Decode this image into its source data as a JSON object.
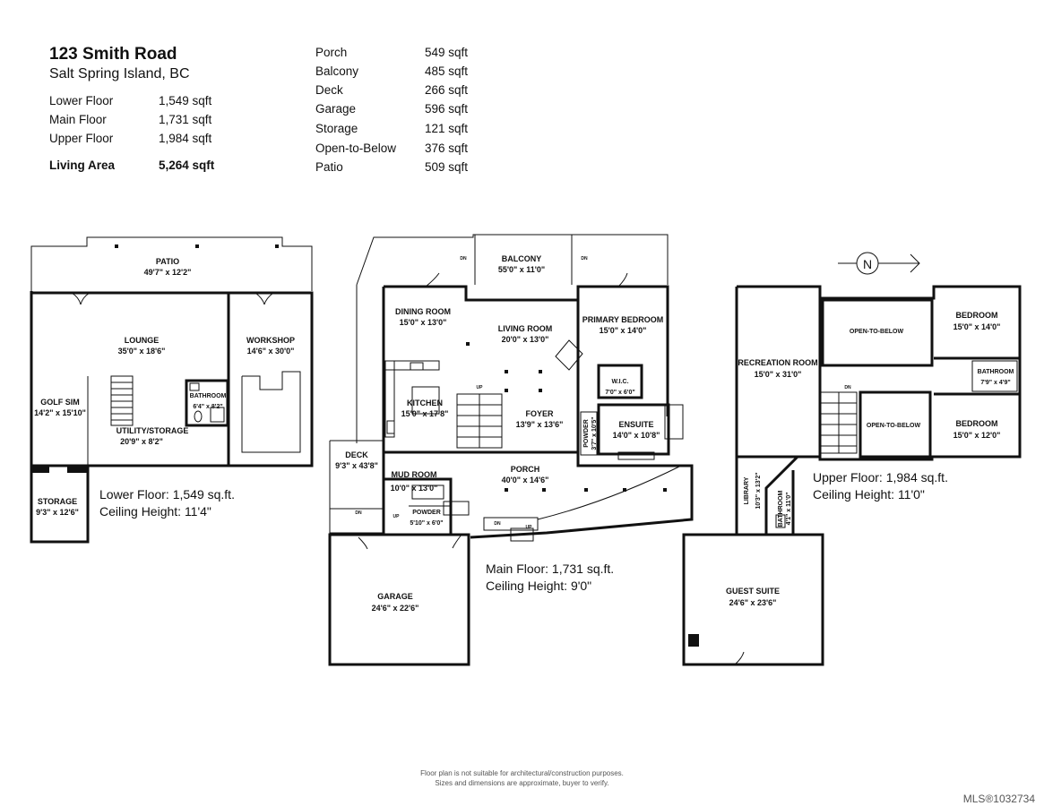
{
  "header": {
    "title": "123 Smith Road",
    "subtitle": "Salt Spring Island, BC"
  },
  "floor_areas": [
    {
      "label": "Lower Floor",
      "value": "1,549 sqft"
    },
    {
      "label": "Main Floor",
      "value": "1,731 sqft"
    },
    {
      "label": "Upper Floor",
      "value": "1,984 sqft"
    }
  ],
  "living_area": {
    "label": "Living Area",
    "value": "5,264 sqft"
  },
  "other_areas": [
    {
      "label": "Porch",
      "value": "549 sqft"
    },
    {
      "label": "Balcony",
      "value": "485 sqft"
    },
    {
      "label": "Deck",
      "value": "266 sqft"
    },
    {
      "label": "Garage",
      "value": "596 sqft"
    },
    {
      "label": "Storage",
      "value": "121 sqft"
    },
    {
      "label": "Open-to-Below",
      "value": "376 sqft"
    },
    {
      "label": "Patio",
      "value": "509 sqft"
    }
  ],
  "lower_floor": {
    "note_area": "Lower Floor: 1,549 sq.ft.",
    "note_ceiling": "Ceiling Height: 11'4\"",
    "rooms": {
      "patio": {
        "name": "PATIO",
        "dim": "49'7\" x 12'2\""
      },
      "lounge": {
        "name": "LOUNGE",
        "dim": "35'0\" x 18'6\""
      },
      "workshop": {
        "name": "WORKSHOP",
        "dim": "14'6\" x 30'0\""
      },
      "golf_sim": {
        "name": "GOLF SIM",
        "dim": "14'2\" x 15'10\""
      },
      "bathroom": {
        "name": "BATHROOM",
        "dim": "6'4\" x 8'2\""
      },
      "utility": {
        "name": "UTILITY/STORAGE",
        "dim": "20'9\" x 8'2\""
      },
      "storage": {
        "name": "STORAGE",
        "dim": "9'3\" x 12'6\""
      }
    }
  },
  "main_floor": {
    "note_area": "Main Floor: 1,731 sq.ft.",
    "note_ceiling": "Ceiling Height: 9'0\"",
    "rooms": {
      "balcony": {
        "name": "BALCONY",
        "dim": "55'0\" x 11'0\""
      },
      "dining": {
        "name": "DINING ROOM",
        "dim": "15'0\" x 13'0\""
      },
      "living": {
        "name": "LIVING ROOM",
        "dim": "20'0\" x 13'0\""
      },
      "primary": {
        "name": "PRIMARY BEDROOM",
        "dim": "15'0\" x 14'0\""
      },
      "kitchen": {
        "name": "KITCHEN",
        "dim": "15'0\" x 17'8\""
      },
      "foyer": {
        "name": "FOYER",
        "dim": "13'9\" x 13'6\""
      },
      "wic": {
        "name": "W.I.C.",
        "dim": "7'0\" x 6'0\""
      },
      "ensuite": {
        "name": "ENSUITE",
        "dim": "14'0\" x 10'8\""
      },
      "powder_v": {
        "name": "POWDER",
        "dim": "3'7\" x 10'5\""
      },
      "deck": {
        "name": "DECK",
        "dim": "9'3\" x 43'8\""
      },
      "mud": {
        "name": "MUD ROOM",
        "dim": "10'0\" x 13'0\""
      },
      "powder": {
        "name": "POWDER",
        "dim": "5'10\" x 6'0\""
      },
      "porch": {
        "name": "PORCH",
        "dim": "40'0\" x 14'6\""
      },
      "garage": {
        "name": "GARAGE",
        "dim": "24'6\" x 22'6\""
      }
    }
  },
  "upper_floor": {
    "note_area": "Upper Floor: 1,984 sq.ft.",
    "note_ceiling": "Ceiling Height: 11'0\"",
    "rooms": {
      "recreation": {
        "name": "RECREATION ROOM",
        "dim": "15'0\" x 31'0\""
      },
      "open1": {
        "name": "OPEN-TO-BELOW"
      },
      "open2": {
        "name": "OPEN-TO-BELOW"
      },
      "bedroom1": {
        "name": "BEDROOM",
        "dim": "15'0\" x 14'0\""
      },
      "bathroom": {
        "name": "BATHROOM",
        "dim": "7'9\" x 4'9\""
      },
      "bedroom2": {
        "name": "BEDROOM",
        "dim": "15'0\" x 12'0\""
      },
      "library": {
        "name": "LIBRARY",
        "dim": "10'3\" x 13'2\""
      },
      "bathroom_v": {
        "name": "BATHROOM",
        "dim": "4'1\" x 11'0\""
      },
      "guest": {
        "name": "GUEST SUITE",
        "dim": "24'6\" x 23'6\""
      }
    }
  },
  "compass": {
    "letter": "N",
    "icon": "north-arrow-icon"
  },
  "stair_labels": {
    "up": "UP",
    "dn": "DN"
  },
  "footer": {
    "disclaimer_1": "Floor plan is not suitable for architectural/construction purposes.",
    "disclaimer_2": "Sizes and dimensions are approximate, buyer to verify.",
    "mls": "MLS®1032734"
  }
}
